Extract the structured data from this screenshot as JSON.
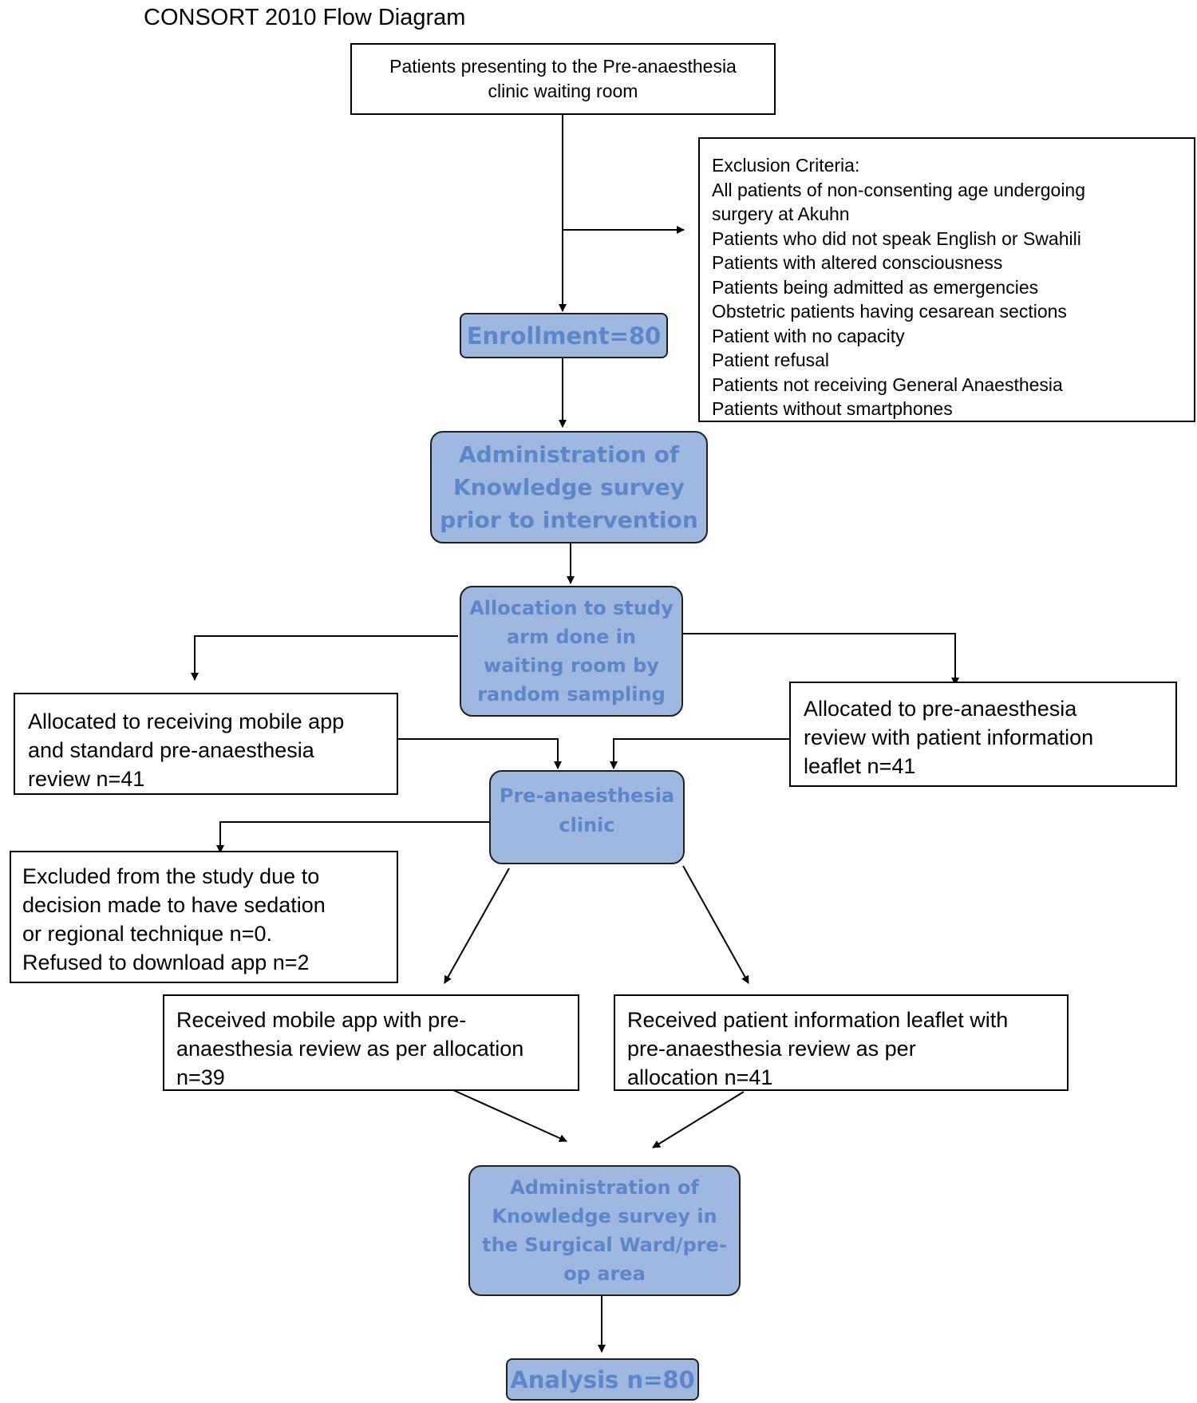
{
  "title": "CONSORT 2010 Flow Diagram",
  "start": {
    "lines": [
      "Patients presenting to the Pre-anaesthesia",
      "clinic waiting room"
    ]
  },
  "exclusion": {
    "lines": [
      "Exclusion Criteria:",
      "All patients of non-consenting age undergoing",
      "surgery at Akuhn",
      "Patients who did not speak English or Swahili",
      "Patients with altered consciousness",
      "Patients being admitted as emergencies",
      "Obstetric patients having cesarean sections",
      "Patient with no capacity",
      "Patient refusal",
      "Patients not receiving General Anaesthesia",
      "Patients without smartphones"
    ]
  },
  "enrollment": {
    "lines": [
      "Enrollment=80"
    ]
  },
  "survey1": {
    "lines": [
      "Administration of",
      "Knowledge survey",
      "prior to intervention"
    ]
  },
  "allocation": {
    "lines": [
      "Allocation to study",
      "arm done in",
      "waiting room by",
      "random sampling"
    ]
  },
  "alloc_app": {
    "lines": [
      "Allocated to  receiving mobile app",
      "and  standard pre-anaesthesia",
      "review n=41"
    ]
  },
  "alloc_leaflet": {
    "lines": [
      "Allocated to pre-anaesthesia",
      "review with patient information",
      "leaflet n=41"
    ]
  },
  "clinic": {
    "lines": [
      "Pre-anaesthesia",
      "clinic"
    ]
  },
  "excluded": {
    "lines": [
      "Excluded from the study due to",
      "decision made to have sedation",
      "or regional technique n=0.",
      "Refused to download app n=2"
    ]
  },
  "recv_app": {
    "lines": [
      "Received mobile app with pre-",
      "anaesthesia review as per allocation",
      "n=39"
    ]
  },
  "recv_leaflet": {
    "lines": [
      "Received patient information leaflet with",
      "pre-anaesthesia review as per",
      "allocation n=41"
    ]
  },
  "survey2": {
    "lines": [
      "Administration of",
      "Knowledge survey in",
      "the Surgical Ward/pre-",
      "op area"
    ]
  },
  "analysis": {
    "lines": [
      "Analysis n=80"
    ]
  }
}
